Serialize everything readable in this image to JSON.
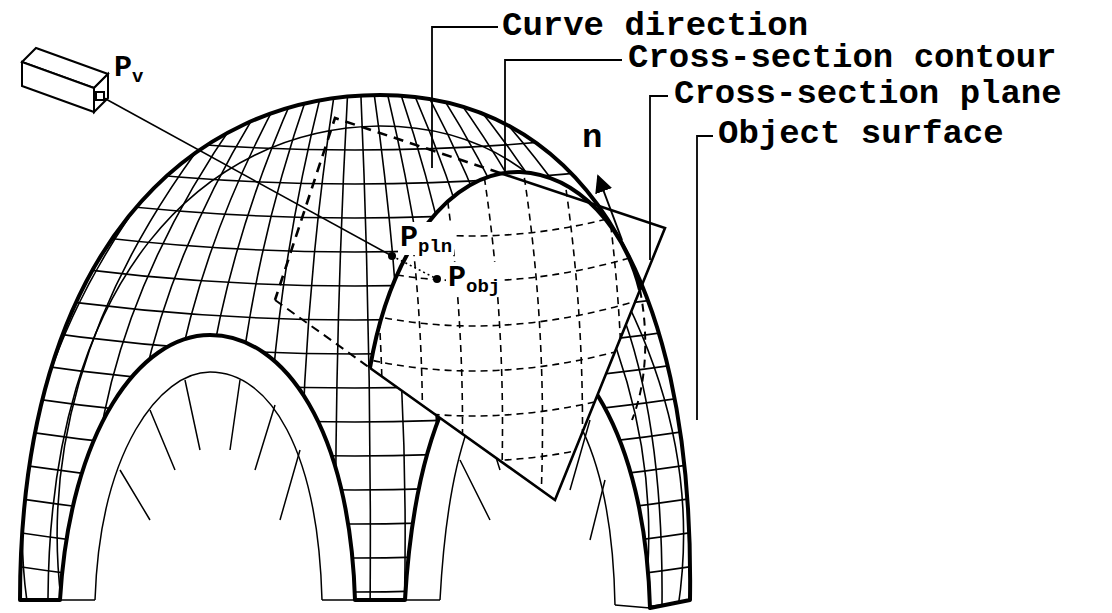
{
  "diagram": {
    "labels": [
      "Curve direction",
      "Cross-section contour",
      "n",
      "Cross-section plane",
      "Object surface",
      "Pv",
      "Ppln",
      "Pobj"
    ]
  }
}
